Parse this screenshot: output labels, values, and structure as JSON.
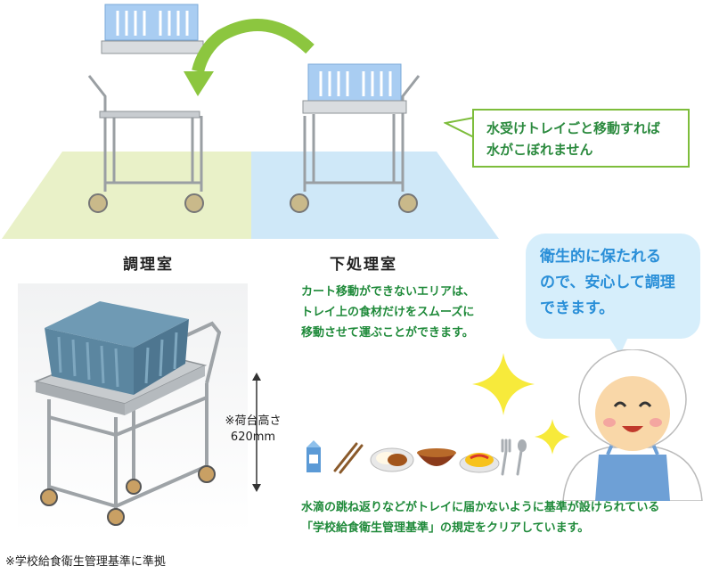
{
  "rooms": {
    "cooking": "調理室",
    "prep": "下処理室"
  },
  "callout": {
    "line1": "水受けトレイごと移動すれば",
    "line2": "水がこぼれません"
  },
  "bubble": {
    "line1": "衛生的に保たれる",
    "line2": "ので、安心して調理",
    "line3": "できます。"
  },
  "description": {
    "line1": "カート移動ができないエリアは、",
    "line2": "トレイ上の食材だけをスムーズに",
    "line3": "移動させて運ぶことができます。"
  },
  "height_note": {
    "line1": "※荷台高さ",
    "line2": "620mm"
  },
  "standard": {
    "line1": "水滴の跳ね返りなどがトレイに届かないように基準が設けられている",
    "line2": "「学校給食衛生管理基準」の規定をクリアしています。"
  },
  "footnote": "※学校給食衛生管理基準に準拠",
  "colors": {
    "floor_left": "#e9f1c8",
    "floor_right": "#cfe8f8",
    "arrow": "#8cc63f",
    "callout_border": "#7dbd3b",
    "bubble_bg": "#d6eefb",
    "bubble_text": "#2a8fd8",
    "green_text": "#1f8a3a",
    "basket": "#5b86a0"
  }
}
